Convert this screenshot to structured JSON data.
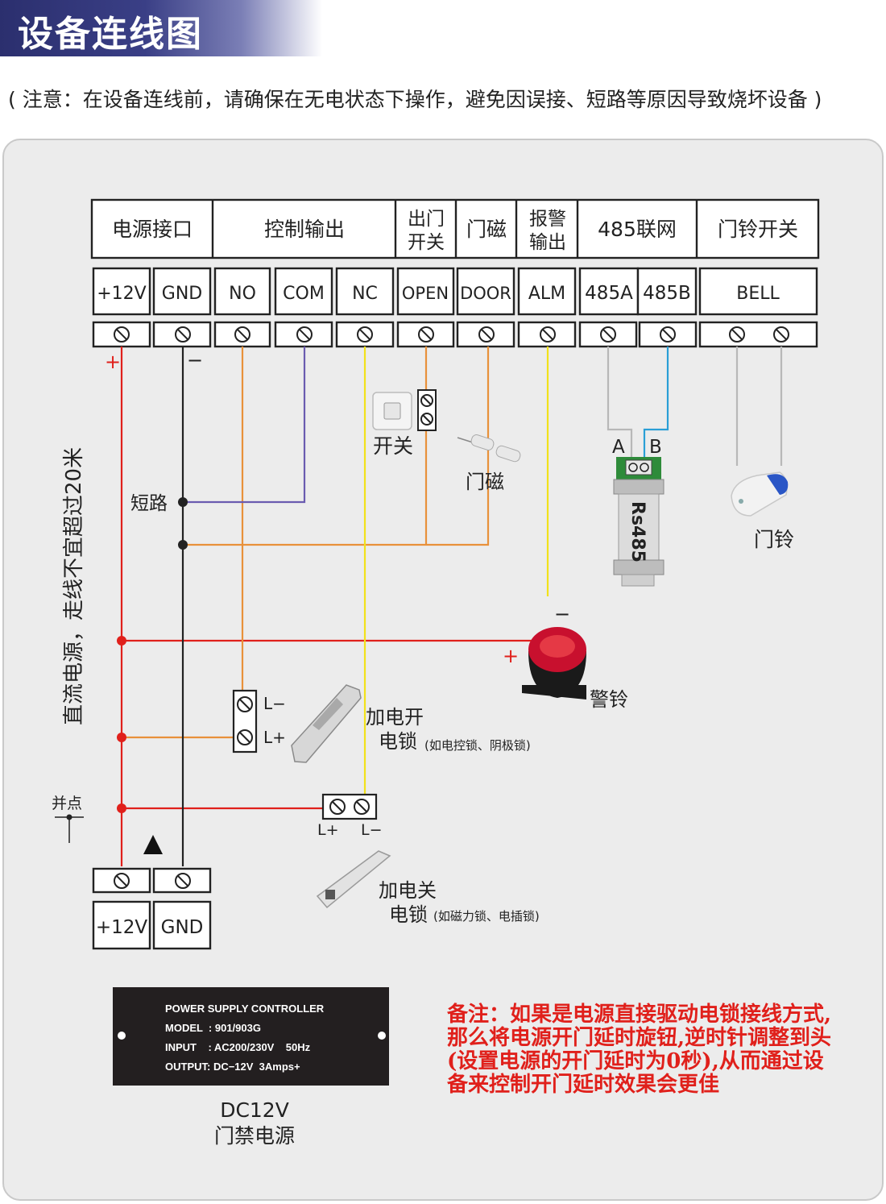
{
  "header": {
    "title": "设备连线图",
    "notice": "( 注意：在设备连线前，请确保在无电状态下操作，避免因误接、短路等原因导致烧坏设备 )"
  },
  "groups": {
    "power": "电源接口",
    "control": "控制输出",
    "exit_1": "出门",
    "exit_2": "开关",
    "door": "门磁",
    "alarm_1": "报警",
    "alarm_2": "输出",
    "net": "485联网",
    "bell": "门铃开关"
  },
  "terminals": {
    "v12": "+12V",
    "gnd": "GND",
    "no": "NO",
    "com": "COM",
    "nc": "NC",
    "open": "OPEN",
    "door": "DOOR",
    "alm": "ALM",
    "a485": "485A",
    "b485": "485B",
    "bell": "BELL"
  },
  "labels": {
    "plus": "+",
    "minus": "−",
    "vertical_note": "直流电源，走线不宜超过20米",
    "short": "短路",
    "switch": "开关",
    "door_sensor": "门磁",
    "rs_a": "A",
    "rs_b": "B",
    "rs485": "Rs485",
    "doorbell": "门铃",
    "siren_minus": "−",
    "siren_plus": "+",
    "siren": "警铃",
    "lm": "L−",
    "lp": "L+",
    "lock_open_1": "加电开",
    "lock_open_2": "电锁",
    "lock_open_note": "(如电控锁、阴极锁)",
    "junction": "并点",
    "lp2": "L+",
    "lm2": "L−",
    "lock_close_1": "加电关",
    "lock_close_2": "电锁",
    "lock_close_note": "(如磁力锁、电插锁)",
    "psu_v12": "+12V",
    "psu_gnd": "GND",
    "dc12v": "DC12V",
    "psu_name": "门禁电源"
  },
  "psu_plate": {
    "line1": "POWER SUPPLY CONTROLLER",
    "line2": "MODEL  : 901/903G",
    "line3": "INPUT    : AC200/230V    50Hz",
    "line4": "OUTPUT: DC−12V  3Amps+"
  },
  "note": "备注：如果是电源直接驱动电锁接线方式,那么将电源开门延时旋钮,逆时针调整到头(设置电源的开门延时为0秒),从而通过设备来控制开门延时效果会更佳",
  "colors": {
    "red_wire": "#e0201b",
    "black_wire": "#222222",
    "orange_wire": "#e8913a",
    "purple_wire": "#6a5bb0",
    "yellow_wire": "#f2e21a",
    "blue_wire": "#2a9fd6",
    "gray_wire": "#b8b8b8",
    "banner": "#2b2f6e"
  }
}
